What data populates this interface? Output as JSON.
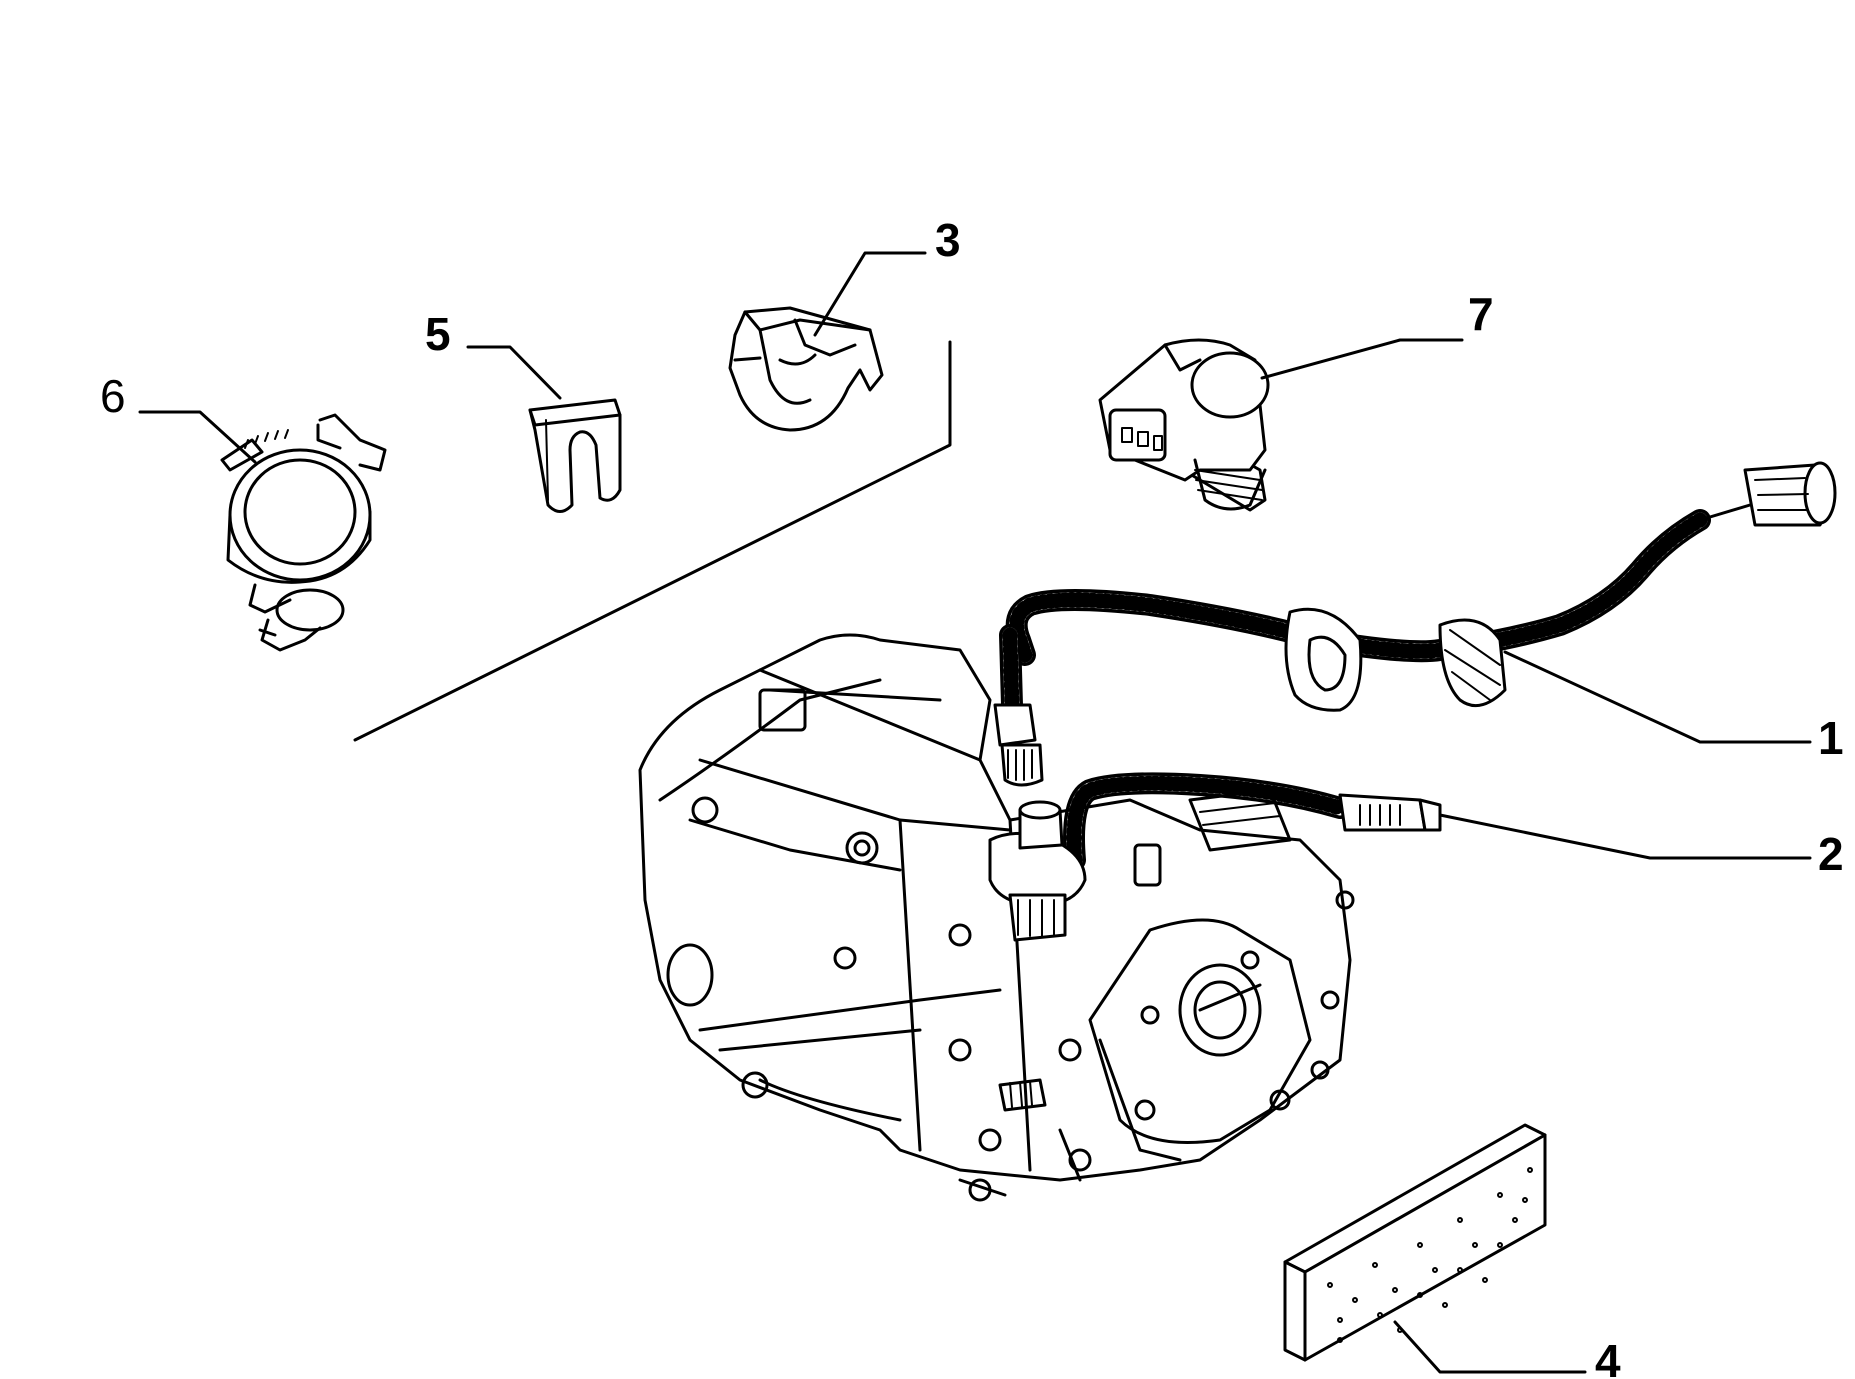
{
  "diagram": {
    "parts": [
      {
        "id": "1",
        "name": "speedometer-sensor-cable"
      },
      {
        "id": "2",
        "name": "odometer-connector"
      },
      {
        "id": "3",
        "name": "cable-clip"
      },
      {
        "id": "4",
        "name": "foam-pad"
      },
      {
        "id": "5",
        "name": "retaining-fork-clip"
      },
      {
        "id": "6",
        "name": "cable-clamp"
      },
      {
        "id": "7",
        "name": "speed-sensor"
      }
    ],
    "callouts": {
      "c1": "1",
      "c2": "2",
      "c3": "3",
      "c4": "4",
      "c5": "5",
      "c6": "6",
      "c7": "7"
    }
  }
}
